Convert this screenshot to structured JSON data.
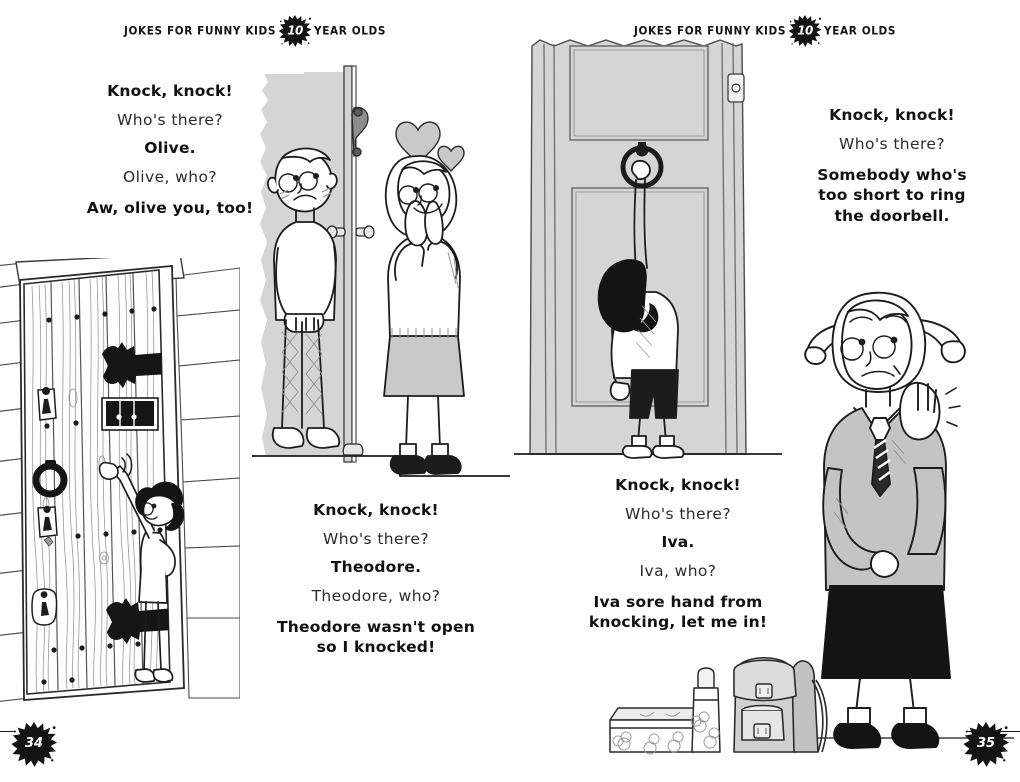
{
  "book": {
    "running_head_prefix": "JOKES FOR FUNNY KIDS",
    "running_head_age": "10",
    "running_head_suffix": "YEAR OLDS"
  },
  "pages": {
    "left": {
      "number": "34"
    },
    "right": {
      "number": "35"
    }
  },
  "jokes": [
    {
      "id": "olive",
      "page": "left",
      "lines": [
        {
          "text": "Knock, knock!",
          "style": "setup"
        },
        {
          "text": "Who's there?",
          "style": "reply"
        },
        {
          "text": "Olive.",
          "style": "setup"
        },
        {
          "text": "Olive, who?",
          "style": "reply"
        },
        {
          "text": "Aw, olive you, too!",
          "style": "punch"
        }
      ]
    },
    {
      "id": "theodore",
      "page": "left",
      "lines": [
        {
          "text": "Knock, knock!",
          "style": "setup"
        },
        {
          "text": "Who's there?",
          "style": "reply"
        },
        {
          "text": "Theodore.",
          "style": "setup"
        },
        {
          "text": "Theodore, who?",
          "style": "reply"
        },
        {
          "text": "Theodore wasn't open\nso I knocked!",
          "style": "punch"
        }
      ]
    },
    {
      "id": "somebody",
      "page": "right",
      "lines": [
        {
          "text": "Knock, knock!",
          "style": "setup"
        },
        {
          "text": "Who's there?",
          "style": "reply"
        },
        {
          "text": "Somebody who's\ntoo short to ring\nthe doorbell.",
          "style": "punch"
        }
      ]
    },
    {
      "id": "iva",
      "page": "right",
      "lines": [
        {
          "text": "Knock, knock!",
          "style": "setup"
        },
        {
          "text": "Who's there?",
          "style": "reply"
        },
        {
          "text": "Iva.",
          "style": "setup"
        },
        {
          "text": "Iva, who?",
          "style": "reply"
        },
        {
          "text": "Iva sore hand from\nknocking, let me in!",
          "style": "punch"
        }
      ]
    }
  ],
  "illustrations": [
    {
      "id": "stone-door",
      "page": "left",
      "description": "Child knocking on a studded wooden door set in a stone wall, with iron hinges, letterbox, ring handle and keyholes."
    },
    {
      "id": "couple-door",
      "page": "left",
      "description": "Nervous boy standing behind a grey door while a smiling girl waits outside with love hearts above her head."
    },
    {
      "id": "short-kid",
      "page": "right",
      "description": "Small child stretching up on tiptoes to reach the ring knocker on a tall panelled door with a doorbell."
    },
    {
      "id": "schoolgirl",
      "page": "right",
      "description": "Schoolgirl with pigtails, striped tie and grey jumper shaking her sore hand."
    },
    {
      "id": "bag-group",
      "page": "right",
      "description": "Floral lunchbox, drinks flask and grey rucksack on the ground."
    }
  ],
  "palette": {
    "ink": "#111111",
    "door_grey": "#d5d5d5",
    "mid_grey": "#b9b9b9",
    "light_grey": "#e8e8e8",
    "black": "#141414",
    "paper": "#ffffff"
  }
}
